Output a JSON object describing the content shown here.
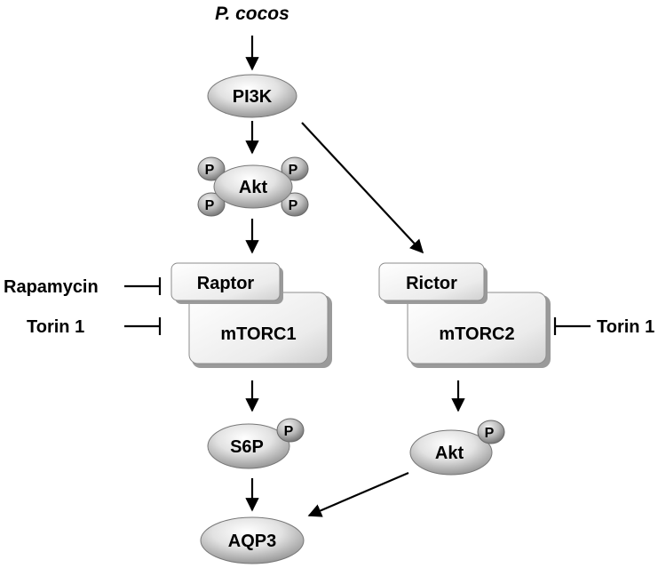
{
  "title": "P. cocos",
  "nodes": {
    "pi3k": "PI3K",
    "akt": "Akt",
    "raptor": "Raptor",
    "mtorc1": "mTORC1",
    "rictor": "Rictor",
    "mtorc2": "mTORC2",
    "s6p": "S6P",
    "akt2": "Akt",
    "aqp3": "AQP3"
  },
  "phospho_label": "P",
  "inhibitors": {
    "rapamycin": "Rapamycin",
    "torin1_left": "Torin 1",
    "torin1_right": "Torin 1"
  }
}
